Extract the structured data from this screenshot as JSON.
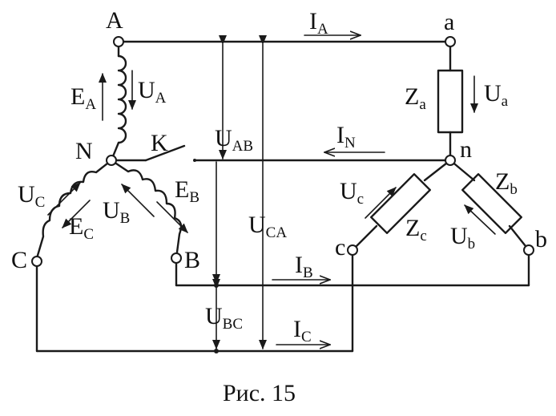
{
  "caption": "Рис. 15",
  "labels": {
    "A": "A",
    "N": "N",
    "B": "B",
    "C": "C",
    "K": "K",
    "a": "a",
    "n": "n",
    "b": "b",
    "c": "c",
    "E": "E",
    "U": "U",
    "I": "I",
    "Z": "Z",
    "sub_A": "A",
    "sub_B": "B",
    "sub_C": "C",
    "sub_N": "N",
    "sub_a": "a",
    "sub_b": "b",
    "sub_c": "c",
    "sub_AB": "AB",
    "sub_BC": "BC",
    "sub_CA": "CA"
  }
}
